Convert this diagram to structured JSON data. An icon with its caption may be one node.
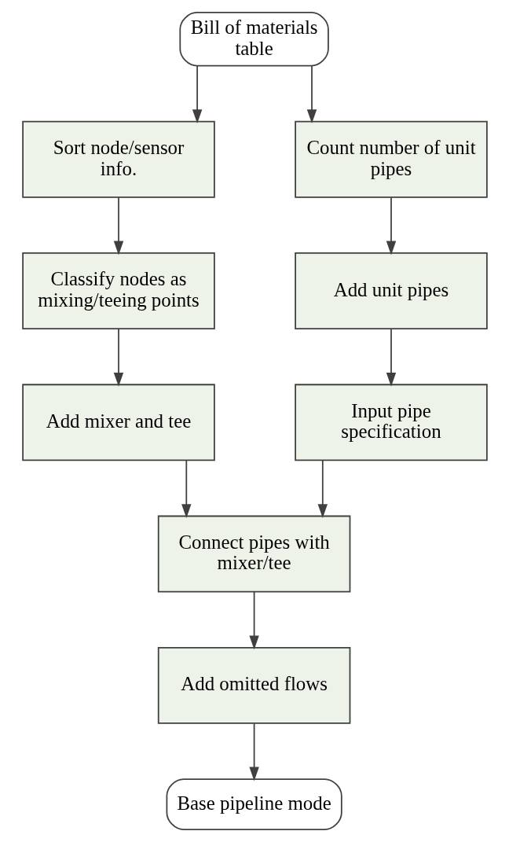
{
  "diagram": {
    "nodes": [
      {
        "text": [
          "Bill of materials table"
        ]
      },
      {
        "text": [
          "Sort node/sensor info."
        ]
      },
      {
        "text": [
          "Classify nodes as mixing/teeing points"
        ]
      },
      {
        "text": [
          "Add mixer and tee"
        ]
      },
      {
        "text": [
          "Count number of unit pipes"
        ]
      },
      {
        "text": [
          "Add unit pipes"
        ]
      },
      {
        "text": [
          "Input pipe specification"
        ]
      },
      {
        "text": [
          "Connect pipes with mixer/tee"
        ]
      },
      {
        "text": [
          "Add omitted flows"
        ]
      },
      {
        "text": [
          "Base pipeline mode"
        ]
      }
    ],
    "edges": [
      {
        "from": 0,
        "to": 1,
        "arrow": "to"
      },
      {
        "from": 0,
        "to": 4,
        "arrow": "to"
      },
      {
        "from": 1,
        "to": 2,
        "arrow": "to"
      },
      {
        "from": 2,
        "to": 3,
        "arrow": "to"
      },
      {
        "from": 4,
        "to": 5,
        "arrow": "to"
      },
      {
        "from": 5,
        "to": 6,
        "arrow": "to"
      },
      {
        "from": 3,
        "to": 7,
        "arrow": "to"
      },
      {
        "from": 6,
        "to": 7,
        "arrow": "to"
      },
      {
        "from": 7,
        "to": 8,
        "arrow": "to"
      },
      {
        "from": 8,
        "to": 9,
        "arrow": "to"
      }
    ]
  }
}
